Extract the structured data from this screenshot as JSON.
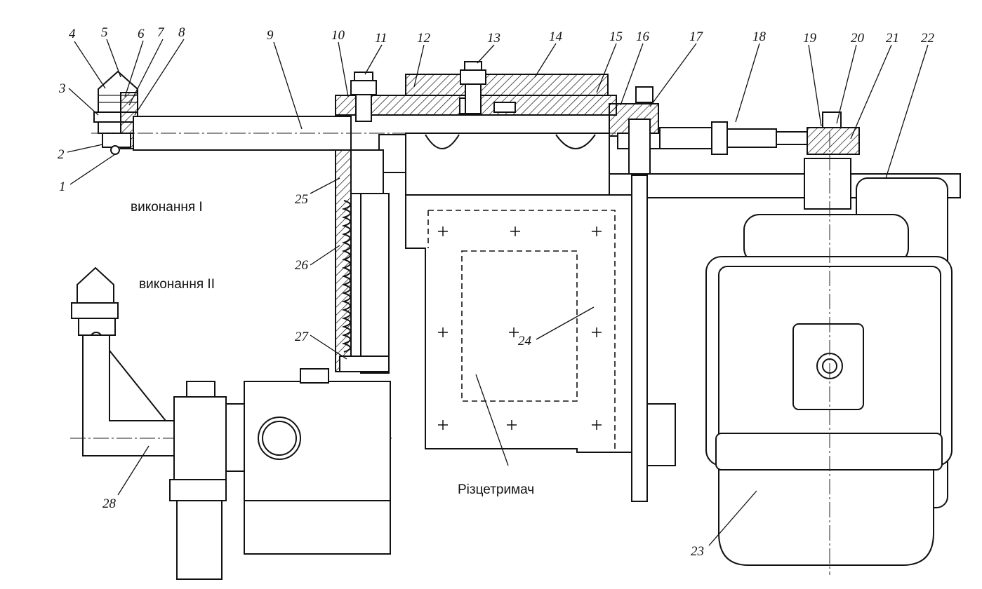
{
  "captions": {
    "variant_1": "виконання I",
    "variant_2": "виконання II",
    "tool_holder": "Різцетримач"
  },
  "part_numbers": [
    "1",
    "2",
    "3",
    "4",
    "5",
    "6",
    "7",
    "8",
    "9",
    "10",
    "11",
    "12",
    "13",
    "14",
    "15",
    "16",
    "17",
    "18",
    "19",
    "20",
    "21",
    "22",
    "23",
    "24",
    "25",
    "26",
    "27",
    "28"
  ]
}
